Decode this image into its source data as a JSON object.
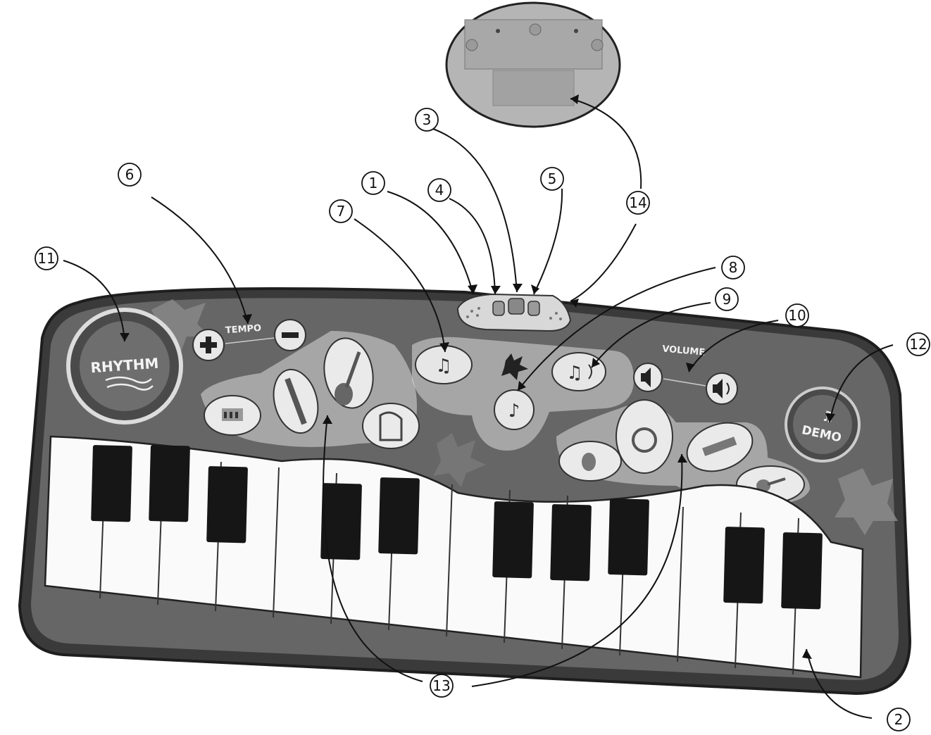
{
  "illustration": {
    "panel_labels": {
      "tempo": "TEMPO",
      "volume": "VOLUME"
    },
    "button_labels": {
      "rhythm": "RHYTHM",
      "demo": "DEMO"
    },
    "battery_inset": {
      "description_icon": "battery-compartment-icon"
    }
  },
  "callouts": [
    {
      "id": "c1",
      "label": "1"
    },
    {
      "id": "c2",
      "label": "2"
    },
    {
      "id": "c3",
      "label": "3"
    },
    {
      "id": "c4",
      "label": "4"
    },
    {
      "id": "c5",
      "label": "5"
    },
    {
      "id": "c6",
      "label": "6"
    },
    {
      "id": "c7",
      "label": "7"
    },
    {
      "id": "c8",
      "label": "8"
    },
    {
      "id": "c9",
      "label": "9"
    },
    {
      "id": "c10",
      "label": "10"
    },
    {
      "id": "c11",
      "label": "11"
    },
    {
      "id": "c12",
      "label": "12"
    },
    {
      "id": "c13",
      "label": "13"
    },
    {
      "id": "c14",
      "label": "14"
    }
  ],
  "colors": {
    "body": "#5a5a5a",
    "body_dark": "#2e2e2e",
    "panel": "#6b6b6b",
    "button": "#d9d9d9",
    "white_key": "#fafafa",
    "black_key": "#161616",
    "inset": "#b8b8b8"
  }
}
